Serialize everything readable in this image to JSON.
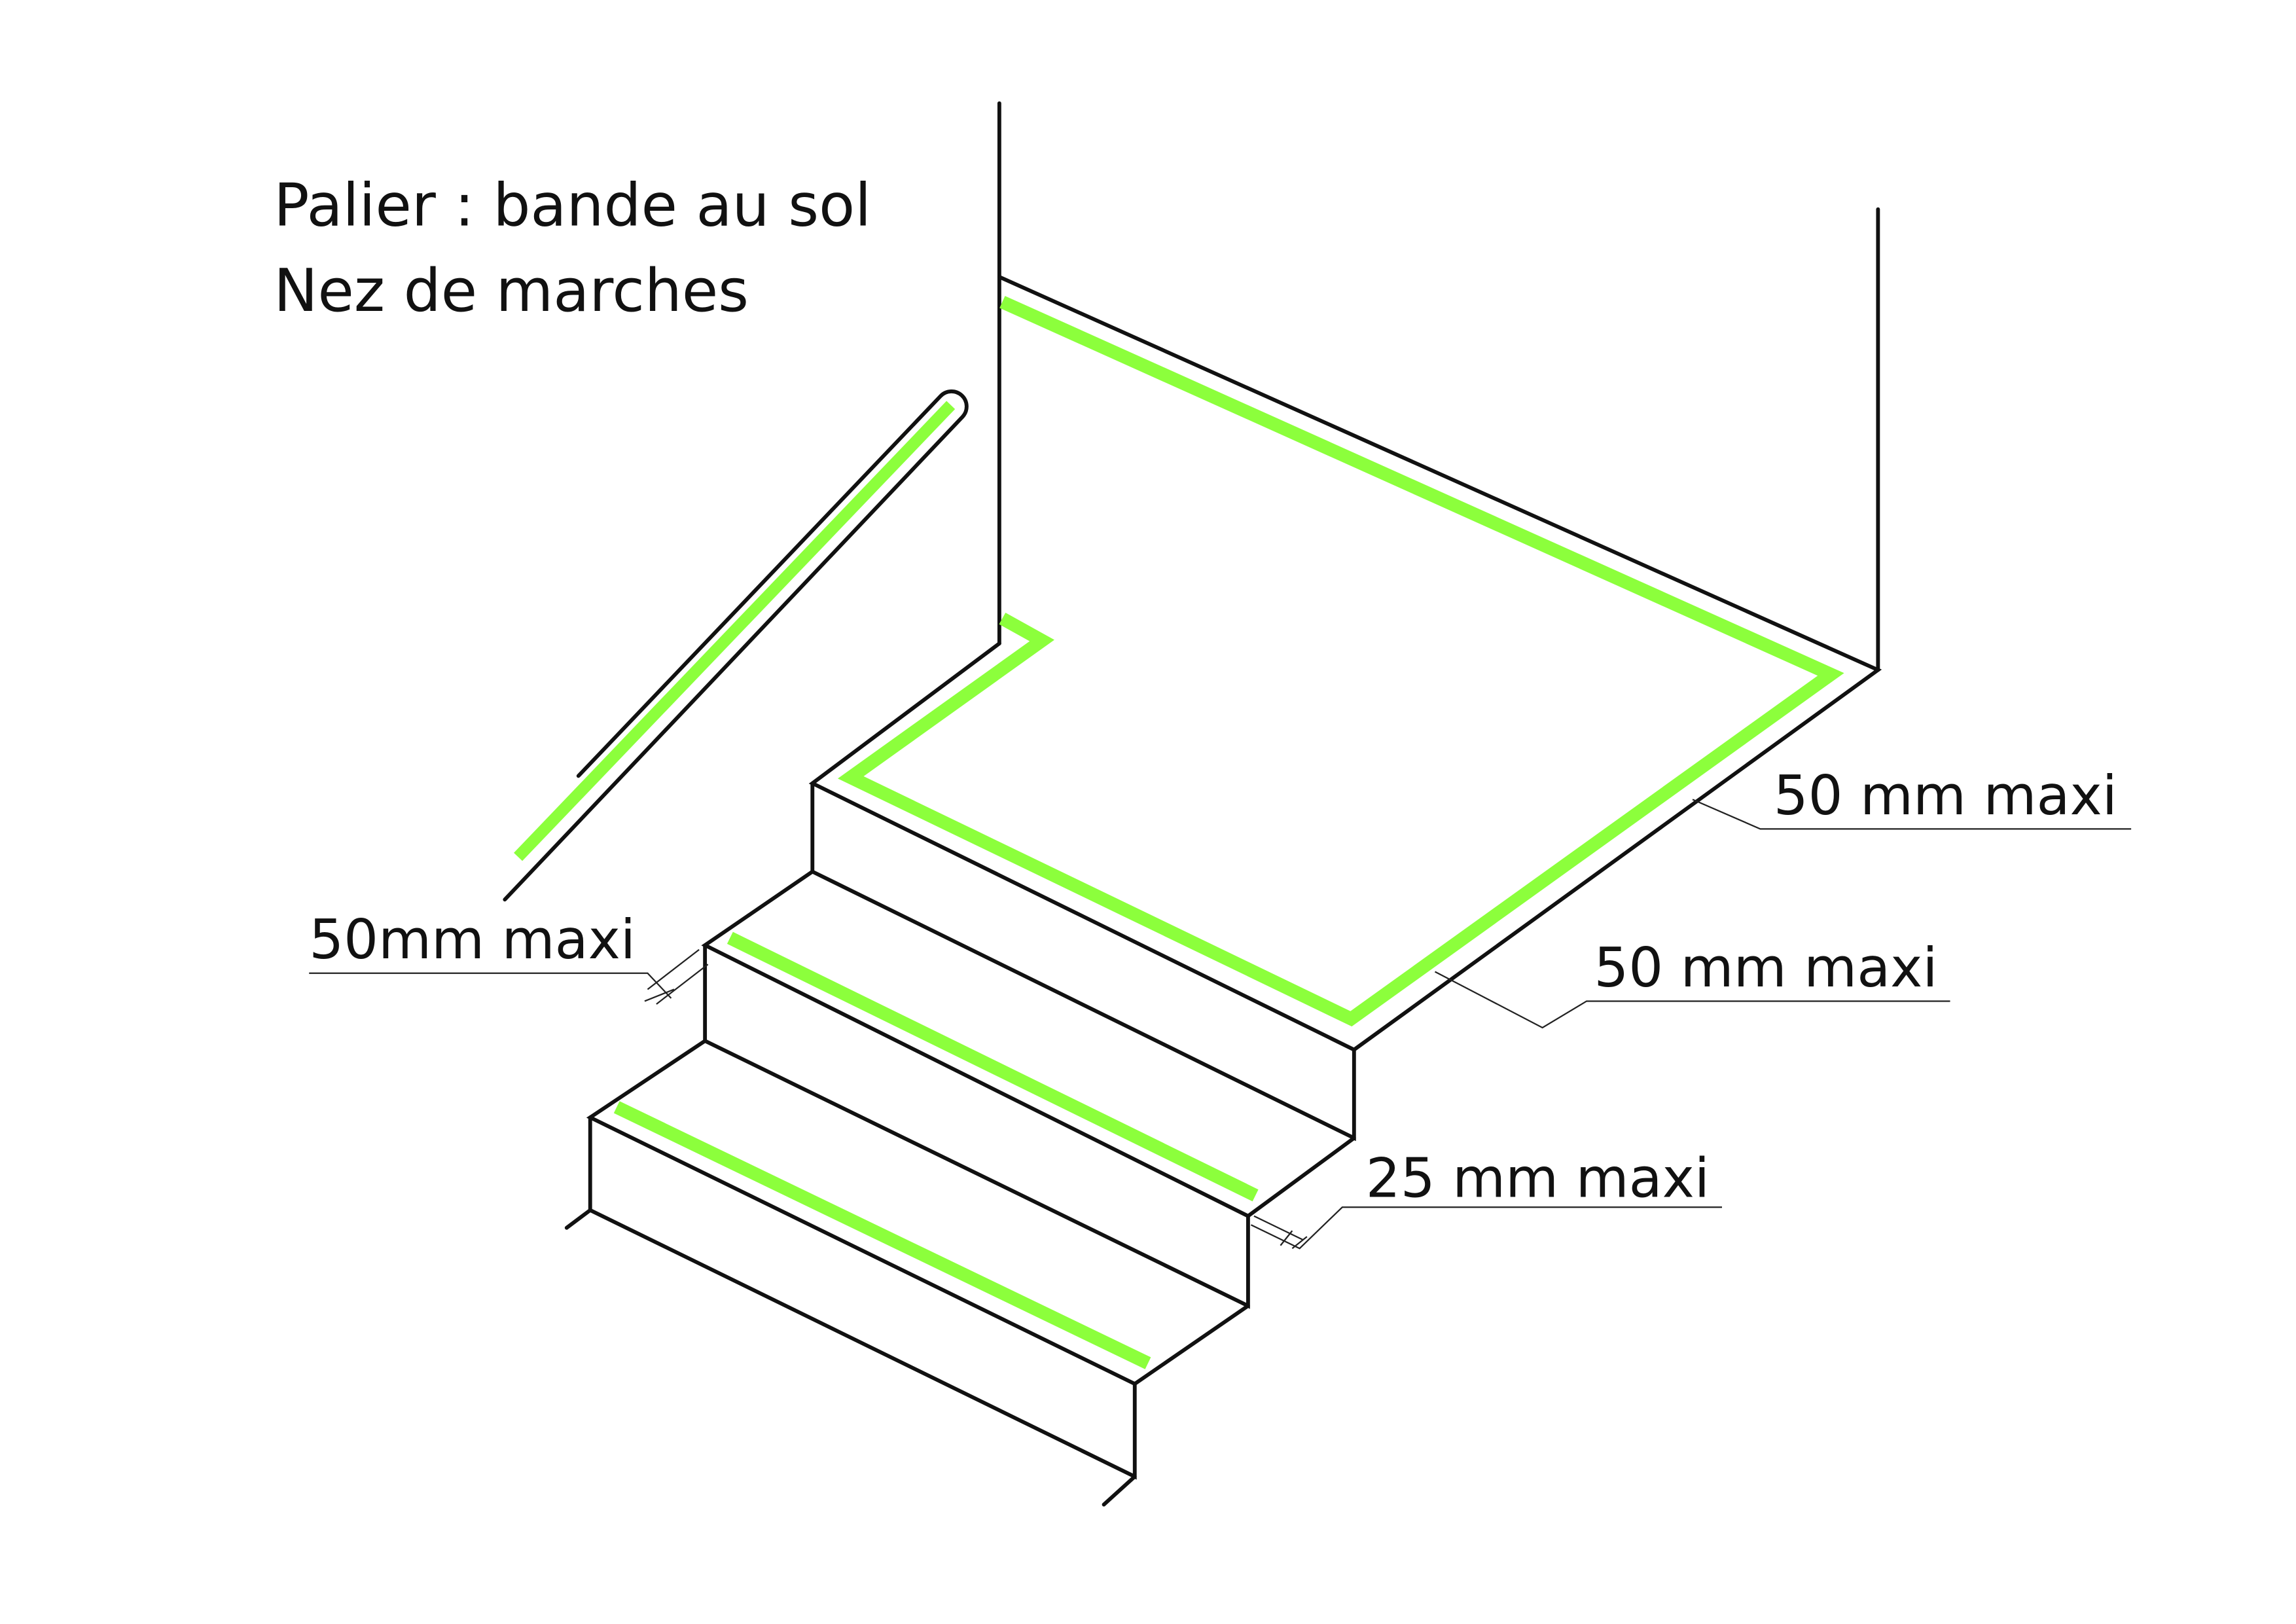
{
  "title_lines": [
    "Palier : bande au sol",
    "Nez de marches"
  ],
  "labels": {
    "landing_edge": "50 mm maxi",
    "landing_band": "50 mm maxi",
    "step_nosing": "25 mm maxi",
    "handrail": "50mm maxi"
  },
  "colors": {
    "band": "#8CFF3C",
    "line": "#111111"
  }
}
